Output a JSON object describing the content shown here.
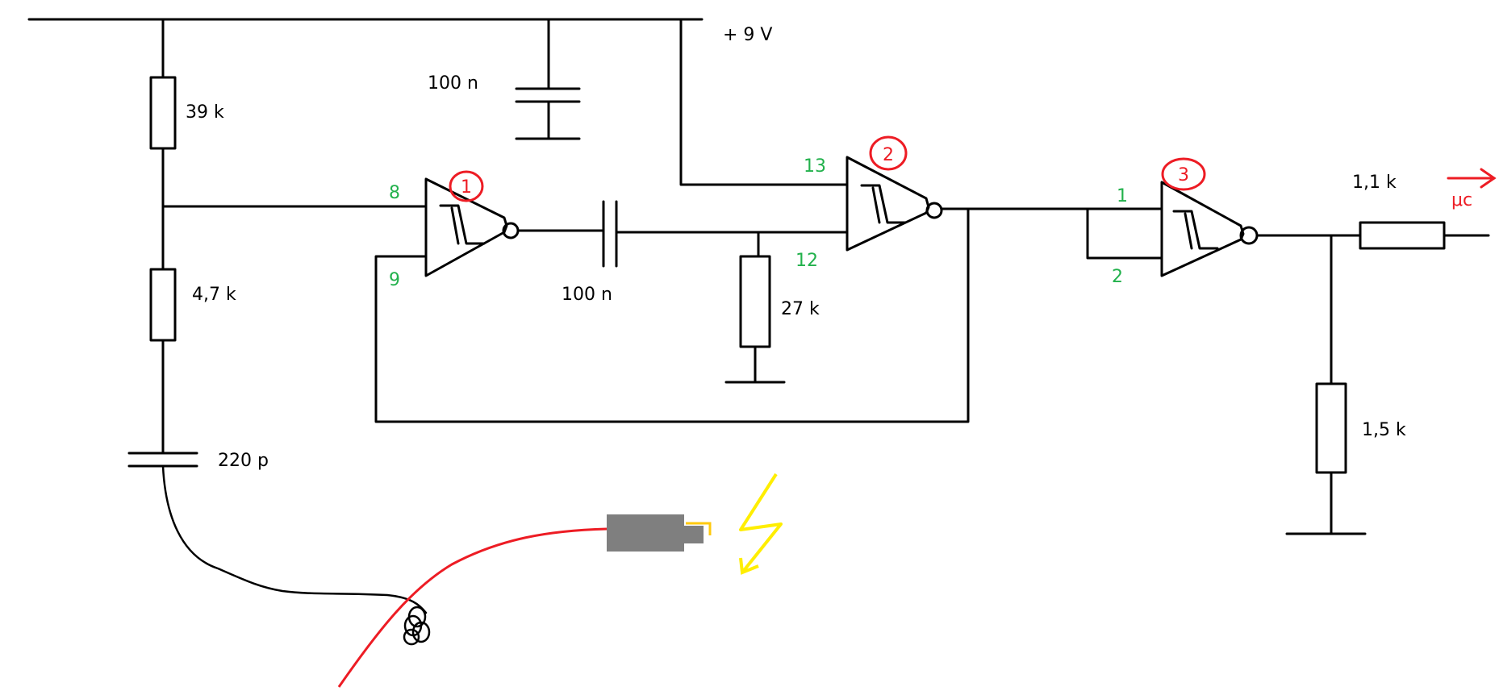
{
  "colors": {
    "wire": "#000000",
    "pin_label": "#22b14c",
    "gate_marker": "#ed1c24",
    "lightning": "#ffee00",
    "igniter_body": "#7f7f7f",
    "igniter_tip": "#ffc90e",
    "lead_red": "#ed1c24"
  },
  "supply": {
    "label": "+ 9 V"
  },
  "components": {
    "r39k": "39 k",
    "c_supply": "100 n",
    "r4k7": "4,7 k",
    "c220p": "220 p",
    "c_couple": "100 n",
    "r27k": "27 k",
    "r1k1": "1,1 k",
    "r1k5": "1,5 k"
  },
  "gates": [
    {
      "number": "1",
      "pins": {
        "in_a": "8",
        "in_b": "9"
      }
    },
    {
      "number": "2",
      "pins": {
        "in_a": "13",
        "in_b": "12"
      }
    },
    {
      "number": "3",
      "pins": {
        "in_a": "1",
        "in_b": "2"
      }
    }
  ],
  "output": {
    "label": "μc",
    "arrow_icon": "arrow-right-icon"
  },
  "icons": [
    "schmitt-trigger-icon",
    "lightning-icon",
    "igniter-icon"
  ]
}
